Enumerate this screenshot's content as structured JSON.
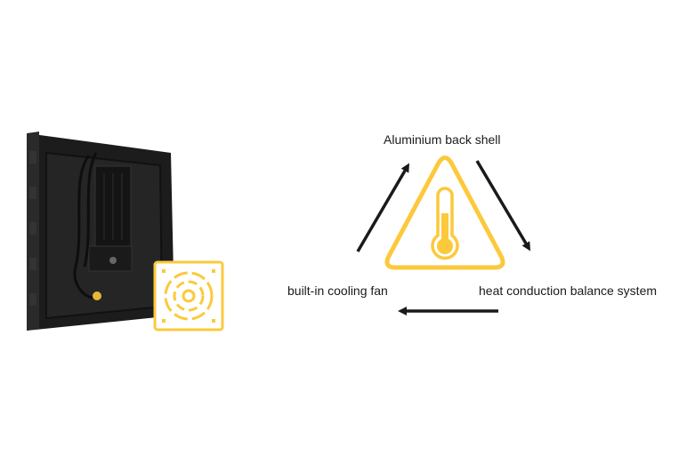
{
  "labels": {
    "top": "Aluminium back shell",
    "left": "built-in cooling fan",
    "right": "heat conduction balance system"
  },
  "colors": {
    "accent": "#fcc93c",
    "arrow": "#1a1a1a",
    "cabinet": "#1e1e1e"
  },
  "icons": [
    "led-cabinet-back-image",
    "fan-icon",
    "warning-triangle-icon",
    "thermometer-icon",
    "arrow-up-right-icon",
    "arrow-down-right-icon",
    "arrow-left-icon"
  ]
}
